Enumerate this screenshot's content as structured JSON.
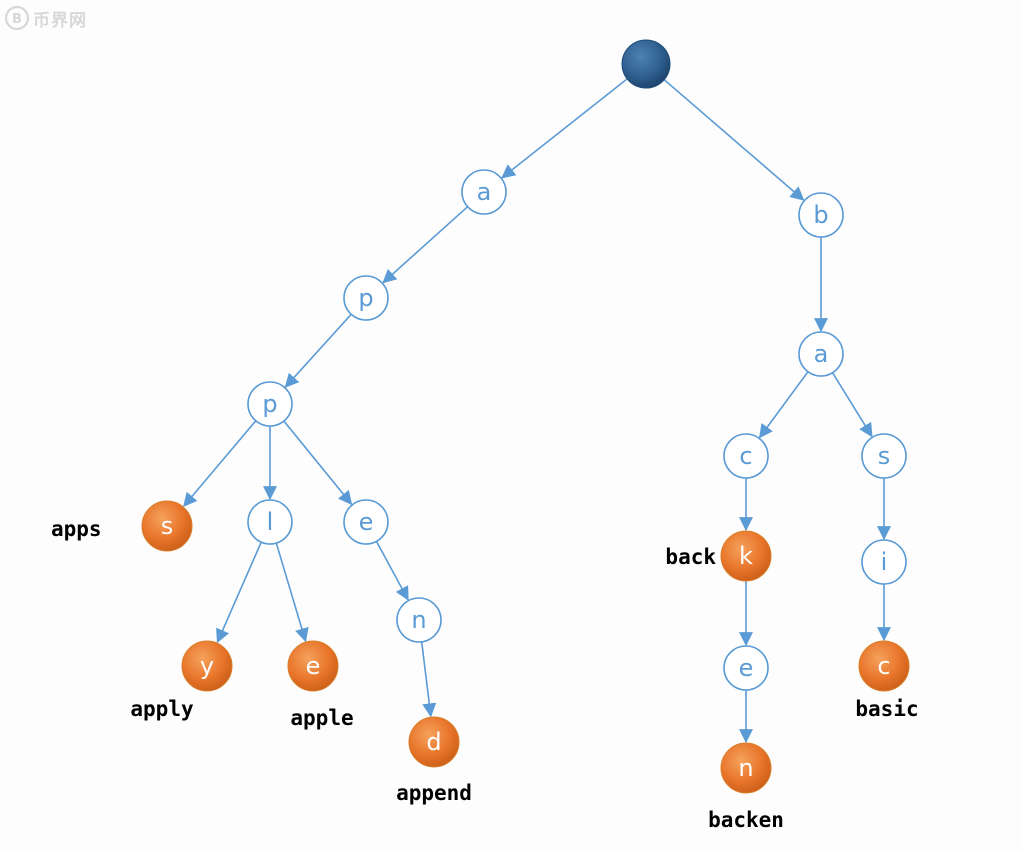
{
  "watermark": {
    "text": "币界网",
    "icon": "coin-logo-icon"
  },
  "colors": {
    "edge": "#5b9bd5",
    "plain_node_stroke": "#5b9bd5",
    "word_node_fill": "#e8752a",
    "root_fill": "#2e5f8f"
  },
  "nodes": [
    {
      "id": "root",
      "letter": "",
      "kind": "root"
    },
    {
      "id": "a1",
      "letter": "a",
      "kind": "plain"
    },
    {
      "id": "p1",
      "letter": "p",
      "kind": "plain"
    },
    {
      "id": "p2",
      "letter": "p",
      "kind": "plain"
    },
    {
      "id": "s1",
      "letter": "s",
      "kind": "word",
      "word": "apps"
    },
    {
      "id": "l1",
      "letter": "l",
      "kind": "plain"
    },
    {
      "id": "e1",
      "letter": "e",
      "kind": "plain"
    },
    {
      "id": "y1",
      "letter": "y",
      "kind": "word",
      "word": "apply"
    },
    {
      "id": "e2",
      "letter": "e",
      "kind": "word",
      "word": "apple"
    },
    {
      "id": "n1",
      "letter": "n",
      "kind": "plain"
    },
    {
      "id": "d1",
      "letter": "d",
      "kind": "word",
      "word": "append"
    },
    {
      "id": "b1",
      "letter": "b",
      "kind": "plain"
    },
    {
      "id": "a2",
      "letter": "a",
      "kind": "plain"
    },
    {
      "id": "c1",
      "letter": "c",
      "kind": "plain"
    },
    {
      "id": "s2",
      "letter": "s",
      "kind": "plain"
    },
    {
      "id": "k1",
      "letter": "k",
      "kind": "word",
      "word": "back"
    },
    {
      "id": "i1",
      "letter": "i",
      "kind": "plain"
    },
    {
      "id": "e3",
      "letter": "e",
      "kind": "plain"
    },
    {
      "id": "c2",
      "letter": "c",
      "kind": "word",
      "word": "basic"
    },
    {
      "id": "n2",
      "letter": "n",
      "kind": "word",
      "word": "backen"
    }
  ],
  "edges": [
    [
      "root",
      "a1"
    ],
    [
      "root",
      "b1"
    ],
    [
      "a1",
      "p1"
    ],
    [
      "p1",
      "p2"
    ],
    [
      "p2",
      "s1"
    ],
    [
      "p2",
      "l1"
    ],
    [
      "p2",
      "e1"
    ],
    [
      "l1",
      "y1"
    ],
    [
      "l1",
      "e2"
    ],
    [
      "e1",
      "n1"
    ],
    [
      "n1",
      "d1"
    ],
    [
      "b1",
      "a2"
    ],
    [
      "a2",
      "c1"
    ],
    [
      "a2",
      "s2"
    ],
    [
      "c1",
      "k1"
    ],
    [
      "k1",
      "e3"
    ],
    [
      "e3",
      "n2"
    ],
    [
      "s2",
      "i1"
    ],
    [
      "i1",
      "c2"
    ]
  ]
}
